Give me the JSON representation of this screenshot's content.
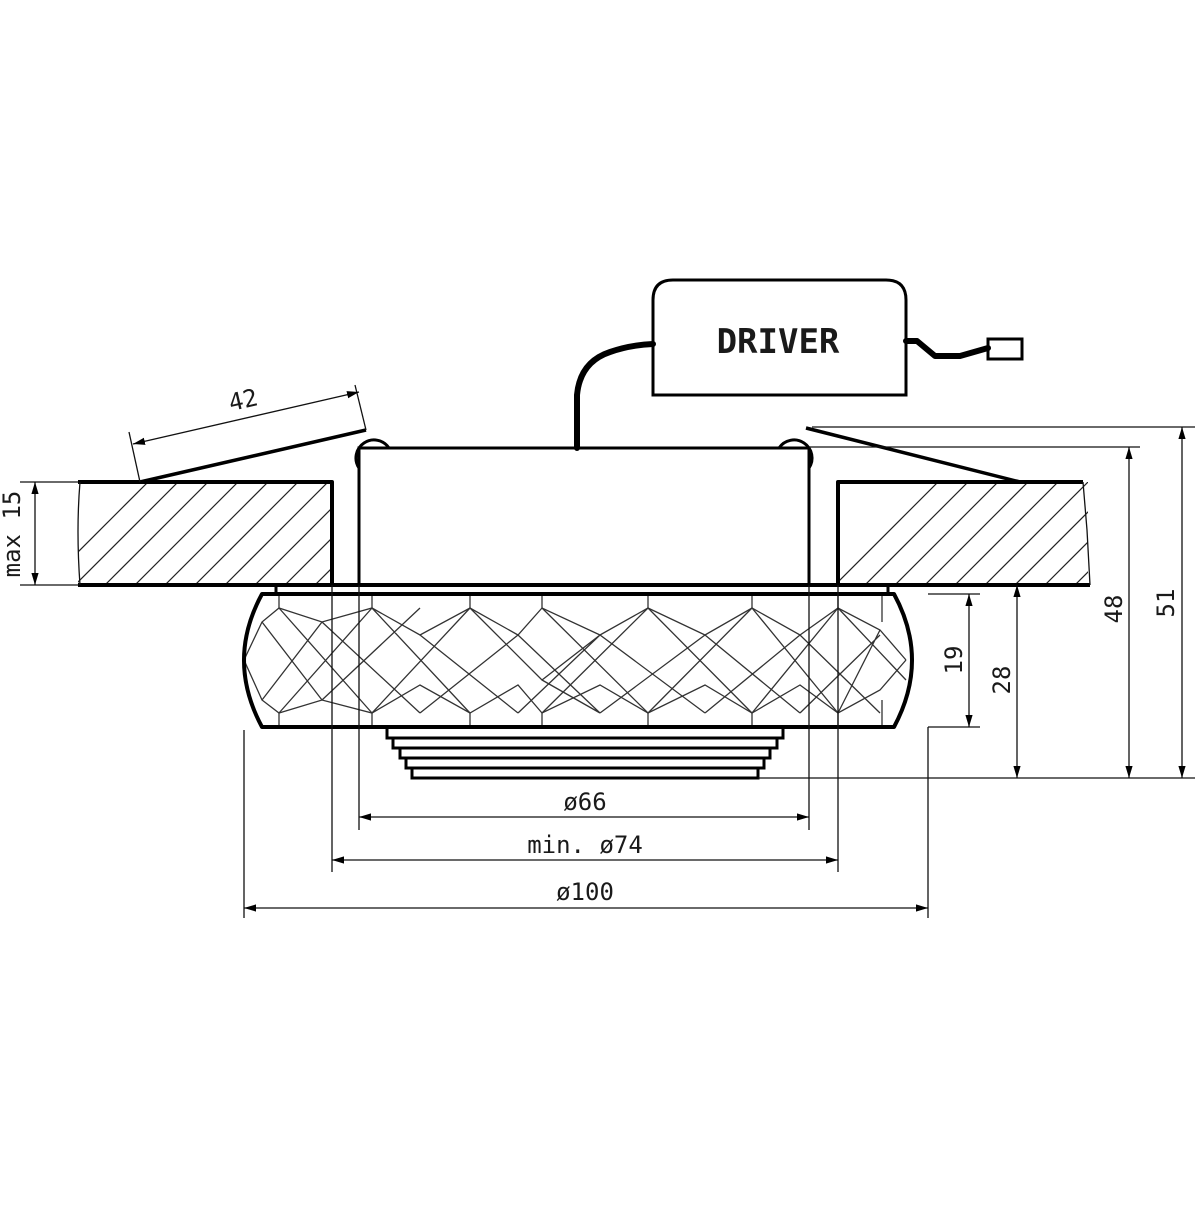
{
  "drawing": {
    "type": "technical-drawing",
    "subject": "recessed ceiling downlight with crystal shade and external driver",
    "driver": {
      "label": "DRIVER"
    },
    "dimensions": {
      "spring_length": "42",
      "ceiling_thickness": "max 15",
      "shade_height": "19",
      "visible_height": "28",
      "body_height": "48",
      "total_height": "51",
      "body_diameter": "ø66",
      "cutout_diameter": "min. ø74",
      "shade_diameter": "ø100"
    },
    "colors": {
      "line": "#000000",
      "background": "#ffffff"
    }
  }
}
